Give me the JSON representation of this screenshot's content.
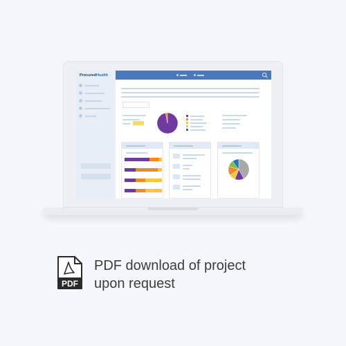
{
  "app": {
    "brand_prefix": "Procured",
    "brand_suffix": "Health"
  },
  "caption": {
    "line1": "PDF download of project",
    "line2": "upon request"
  },
  "icons": {
    "pdf": "pdf-file-icon",
    "pdf_label": "PDF",
    "search": "search-icon"
  },
  "colors": {
    "topbar": "#4a78b8",
    "purple": "#6e3a9e",
    "orange": "#f0892a",
    "yellow": "#f6c63c",
    "gray": "#a9a9a9",
    "green": "#7cc04a",
    "blue": "#2c6fb8"
  },
  "pie_main": {
    "slices": [
      {
        "color": "#6e3a9e",
        "value": 97
      },
      {
        "color": "#f0892a",
        "value": 3
      }
    ]
  },
  "pie_small": {
    "slices": [
      {
        "color": "#a9a9a9",
        "value": 42
      },
      {
        "color": "#6e3a9e",
        "value": 14
      },
      {
        "color": "#f6c63c",
        "value": 10
      },
      {
        "color": "#f0892a",
        "value": 14
      },
      {
        "color": "#7cc04a",
        "value": 10
      },
      {
        "color": "#2c6fb8",
        "value": 10
      }
    ]
  },
  "stacked_bars": [
    {
      "purple": 36,
      "orange": 14,
      "yellow": 4
    },
    {
      "purple": 16,
      "orange": 32,
      "yellow": 6
    },
    {
      "purple": 16,
      "orange": 14,
      "yellow": 24
    },
    {
      "purple": 16,
      "orange": 14,
      "yellow": 24
    }
  ],
  "legend_colors": [
    "#6e3a9e",
    "#f0892a",
    "#f6c63c",
    "#f6c63c",
    "#2c6fb8"
  ]
}
